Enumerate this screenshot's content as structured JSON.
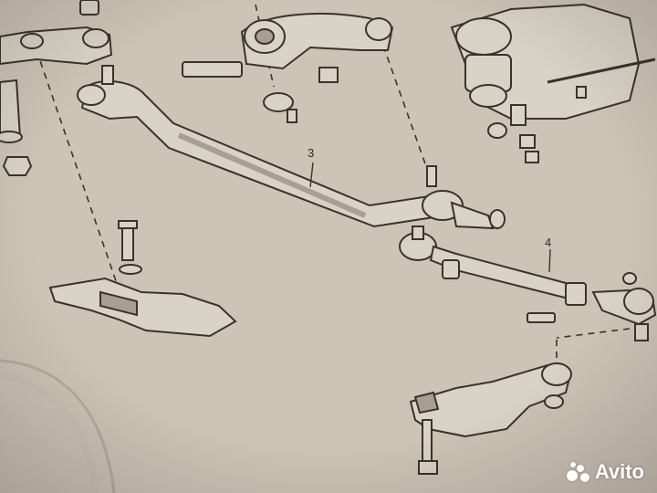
{
  "diagram": {
    "part_labels": [
      {
        "id": "callout-3",
        "text": "3"
      },
      {
        "id": "callout-4",
        "text": "4"
      }
    ],
    "watermark": "Avito",
    "colors": {
      "paper": "#cdc4b5",
      "line": "#3a332d",
      "part_fill": "#d9d2c6",
      "shadow": "#a89f92"
    }
  }
}
